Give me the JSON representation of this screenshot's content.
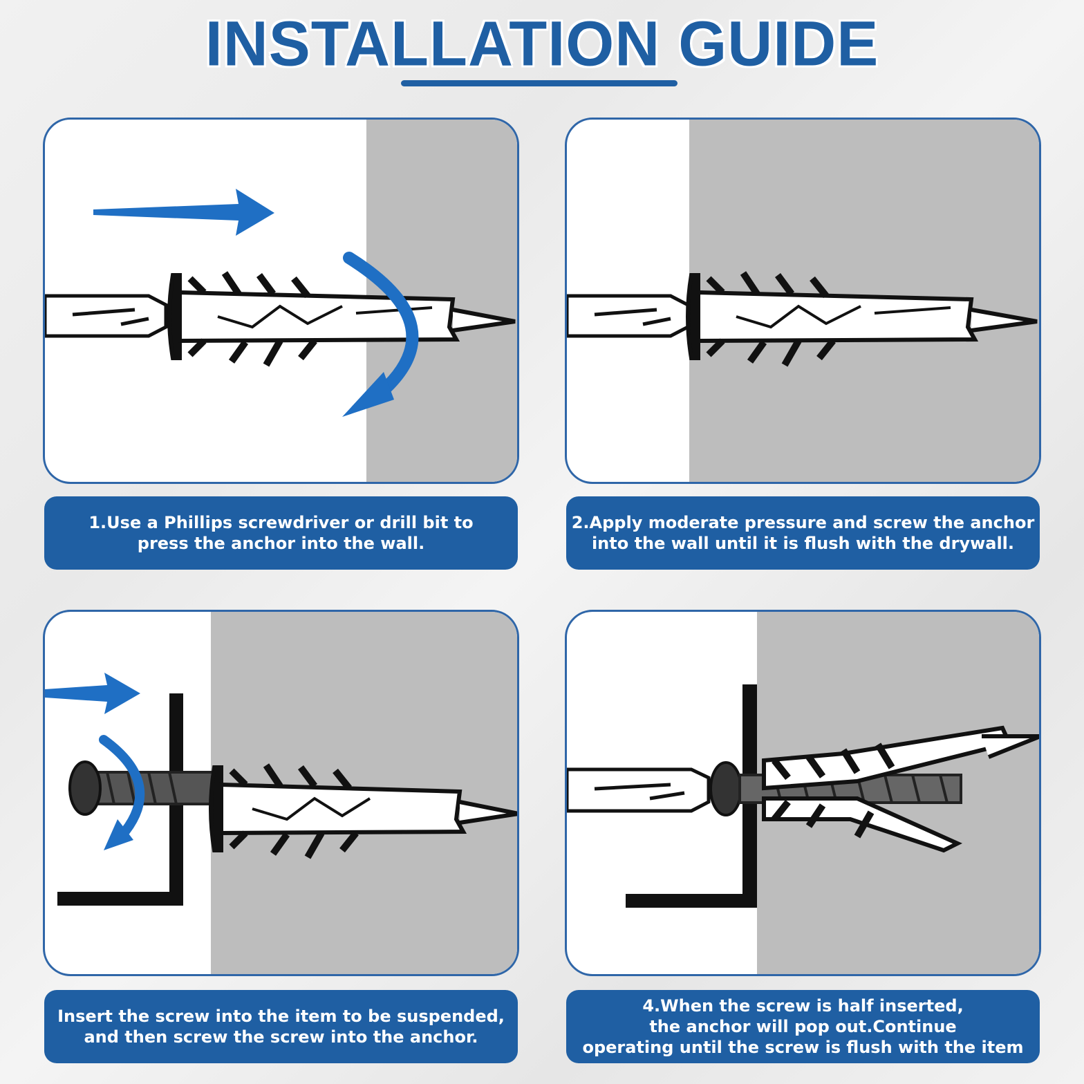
{
  "title": "INSTALLATION GUIDE",
  "steps": [
    {
      "lines": [
        "1.Use a Phillips screwdriver or drill bit to",
        "press the anchor into the wall."
      ]
    },
    {
      "lines": [
        "2.Apply moderate pressure and screw the anchor",
        "into the wall until it is flush with the drywall."
      ]
    },
    {
      "lines": [
        "Insert the screw into the item to be suspended,",
        "and then screw the screw into the anchor."
      ]
    },
    {
      "lines": [
        "4.When the screw is half inserted,",
        "the anchor will pop out.Continue",
        "operating until the screw is flush with the item"
      ]
    }
  ],
  "colors": {
    "accent": "#1f5fa3",
    "arrow": "#1f6fc4",
    "wall": "#bdbdbd"
  }
}
